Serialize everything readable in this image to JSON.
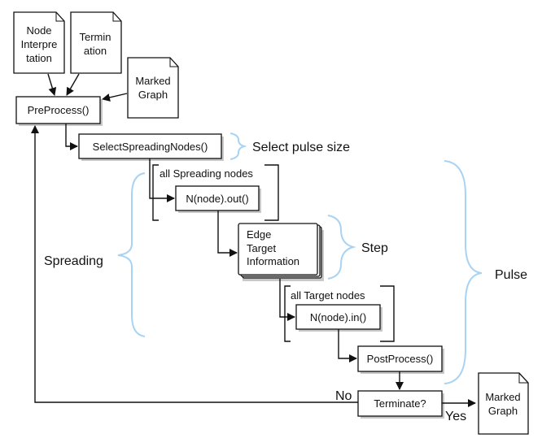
{
  "diagram": {
    "inputs": {
      "node_interpretation": [
        "Node",
        "Interpre",
        "tation"
      ],
      "termination": [
        "Termin",
        "ation"
      ],
      "marked_graph_in": [
        "Marked",
        "Graph"
      ]
    },
    "steps": {
      "preprocess": "PreProcess()",
      "select_spreading_nodes": "SelectSpreadingNodes()",
      "loop_spreading_label": "all Spreading nodes",
      "node_out": "N(node).out()",
      "edge_target_info": [
        "Edge",
        "Target",
        "Information"
      ],
      "loop_target_label": "all Target nodes",
      "node_in": "N(node).in()",
      "postprocess": "PostProcess()",
      "terminate": "Terminate?"
    },
    "output": {
      "marked_graph_out": [
        "Marked",
        "Graph"
      ]
    },
    "edge_labels": {
      "no": "No",
      "yes": "Yes"
    },
    "annotations": {
      "select_pulse_size": "Select pulse size",
      "step": "Step",
      "spreading": "Spreading",
      "pulse": "Pulse"
    },
    "colors": {
      "brace": "#a9d3f3",
      "stroke": "#111111"
    }
  }
}
